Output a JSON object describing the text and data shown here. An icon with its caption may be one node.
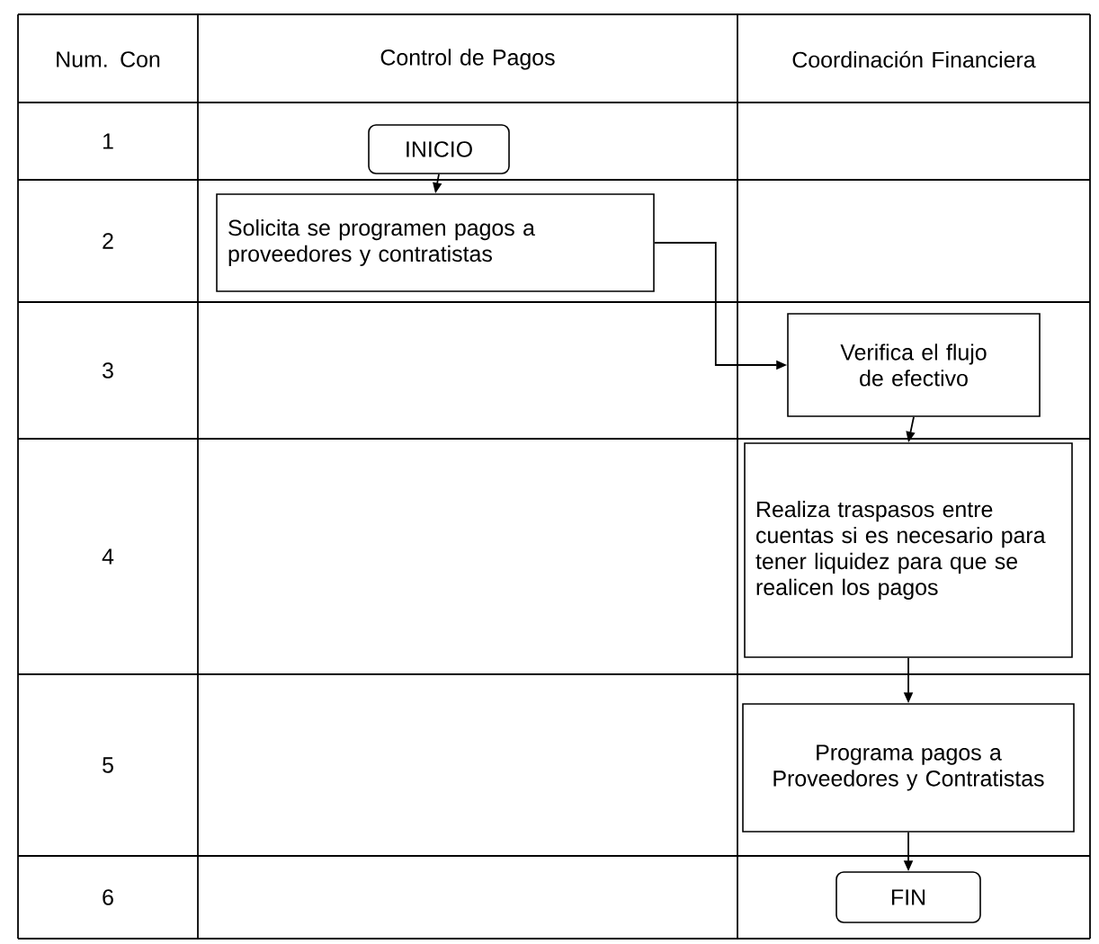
{
  "diagram": {
    "nodes": [
      {
        "text": [
          "INICIO"
        ]
      },
      {
        "text": [
          "Solicita se programen pagos a proveedores y contratistas"
        ]
      },
      {
        "text": [
          "Verifica el flujo de efectivo"
        ]
      },
      {
        "text": [
          "Realiza traspasos entre cuentas si es necesario para tener liquidez para que se realicen los pagos"
        ]
      },
      {
        "text": [
          "Programa pagos a Proveedores y Contratistas"
        ]
      },
      {
        "text": [
          "FIN"
        ]
      }
    ],
    "edges": [
      {
        "from": 0,
        "to": 1,
        "arrow": "to"
      },
      {
        "from": 1,
        "to": 2,
        "arrow": "to"
      },
      {
        "from": 2,
        "to": 3,
        "arrow": "to"
      },
      {
        "from": 3,
        "to": 4,
        "arrow": "to"
      },
      {
        "from": 4,
        "to": 5,
        "arrow": "to"
      }
    ],
    "labels": [
      "Num. Con",
      "Control de Pagos",
      "Coordinación Financiera",
      "1",
      "2",
      "3",
      "4",
      "5",
      "6"
    ]
  }
}
